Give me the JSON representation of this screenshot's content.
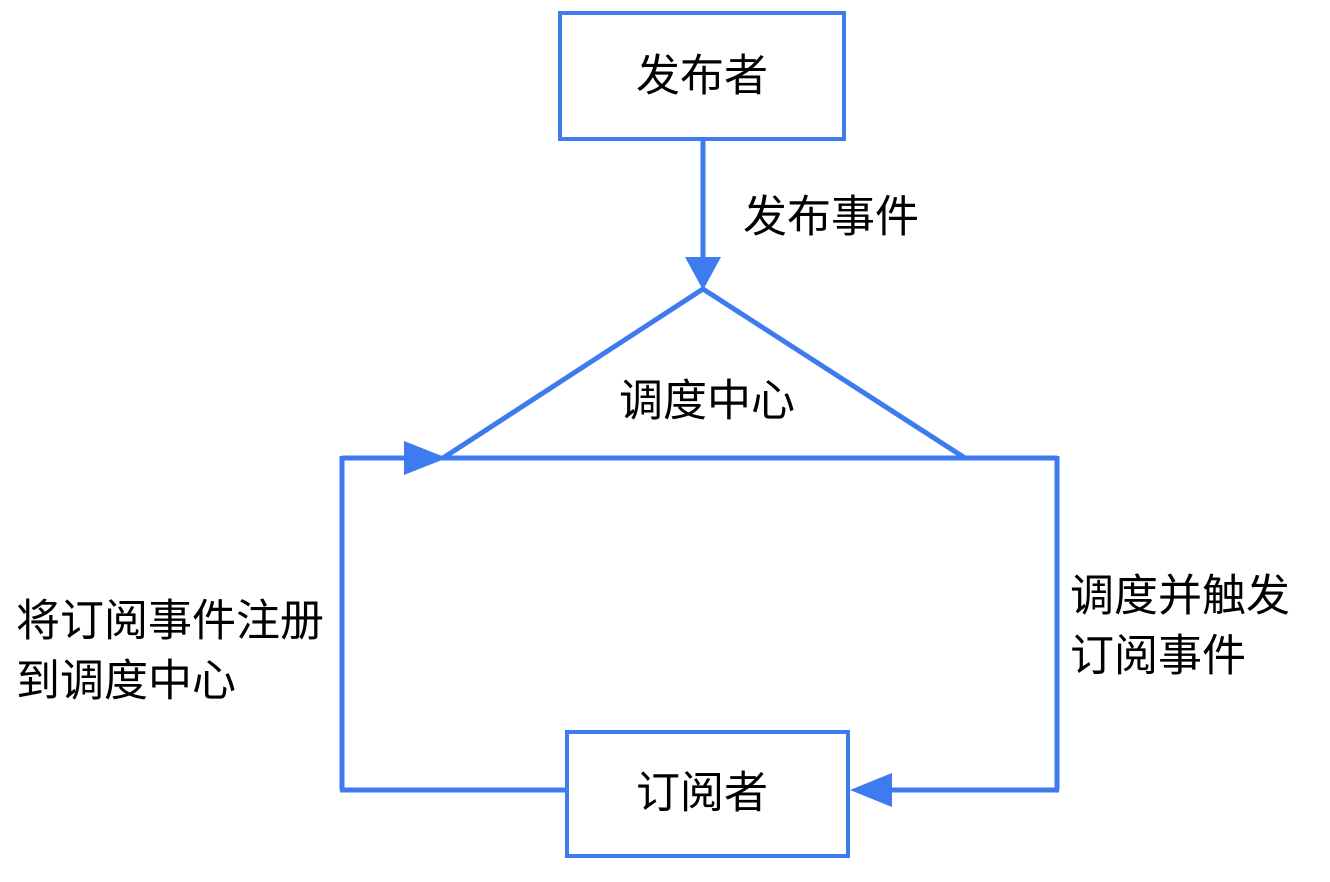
{
  "diagram": {
    "title": "publish-subscribe-pattern-flowchart",
    "nodes": {
      "publisher": {
        "label": "发布者"
      },
      "dispatch_center": {
        "label": "调度中心"
      },
      "subscriber": {
        "label": "订阅者"
      }
    },
    "edges": {
      "publish_event": {
        "label": "发布事件"
      },
      "register": {
        "label_line1": "将订阅事件注册",
        "label_line2": "到调度中心"
      },
      "dispatch_trigger": {
        "label_line1": "调度并触发",
        "label_line2": "订阅事件"
      }
    },
    "colors": {
      "line": "#3E7BEF",
      "text": "#000000",
      "background": "#FFFFFF"
    }
  }
}
